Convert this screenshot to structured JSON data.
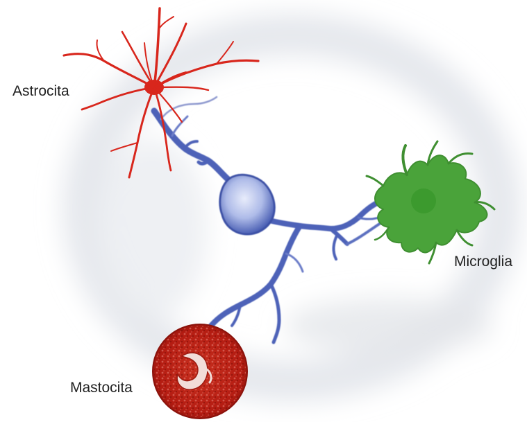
{
  "labels": {
    "astrocita": "Astrocita",
    "microglia": "Microglia",
    "mastocita": "Mastocita"
  },
  "colors": {
    "astrocyte": "#d8261c",
    "neuron": "#5a6fc0",
    "microglia": "#4aa33a",
    "mast_cell": "#b51d14",
    "halo": "#e6e8ec"
  }
}
